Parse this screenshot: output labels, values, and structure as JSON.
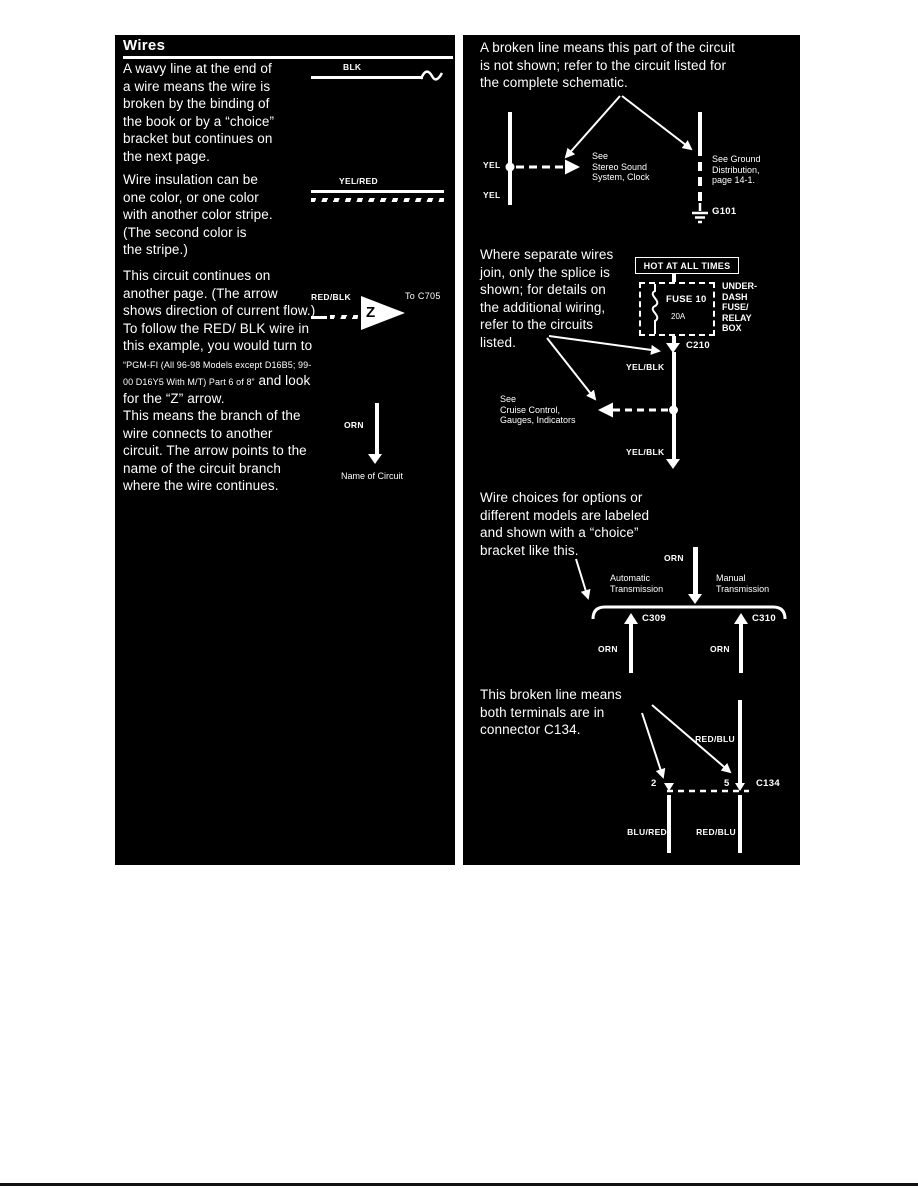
{
  "colors": {
    "page_bg": "#ffffff",
    "panel_bg": "#000000",
    "ink": "#ffffff"
  },
  "left": {
    "title": "Wires",
    "para_wavy": "A wavy line at the end of\na wire means the wire is\nbroken by the binding of\nthe book or by a “choice”\nbracket but continues on\nthe next page.",
    "wavy_wire_label": "BLK",
    "para_insulation": "Wire insulation can be\none color, or one color\nwith another color stripe.\n(The second color is\nthe stripe.)",
    "stripe_wire_label": "YEL/RED",
    "para_continues_1": "This circuit continues on another page. (The arrow shows direction of current flow.) To follow the RED/ BLK wire in this example, you would turn to ",
    "para_continues_small": "“PGM-FI (All 96-98 Models except D16B5; 99-00 D16Y5 With M/T) Part 6 of 8”",
    "para_continues_2": " and look for the “Z” arrow.",
    "arrow_wire_label": "RED/BLK",
    "arrow_letter": "Z",
    "arrow_target": "To C705",
    "para_branch": "This means the branch of the\nwire connects to another\ncircuit. The arrow points to the\nname of the circuit branch\nwhere the wire continues.",
    "branch_wire_label": "ORN",
    "branch_target": "Name of Circuit"
  },
  "right": {
    "para_broken": "A broken line means this part of the circuit\nis not shown; refer to the circuit listed for\nthe complete schematic.",
    "broken_diagram": {
      "wire_label_top": "YEL",
      "wire_label_bottom": "YEL",
      "see_stereo": "See\nStereo Sound\nSystem, Clock",
      "see_ground": "See Ground\nDistribution,\npage 14-1.",
      "ground_id": "G101"
    },
    "para_splice": "Where separate wires\njoin, only the splice is\nshown; for details on\nthe additional wiring,\nrefer to the circuits\nlisted.",
    "splice_diagram": {
      "hot_label": "HOT AT ALL TIMES",
      "fuse_name": "FUSE 10",
      "fuse_rating": "20A",
      "box_name": "UNDER-\nDASH\nFUSE/\nRELAY\nBOX",
      "connector": "C210",
      "wire_label_upper": "YEL/BLK",
      "see_cruise": "See\nCruise Control,\nGauges, Indicators",
      "wire_label_lower": "YEL/BLK"
    },
    "para_choice": "Wire choices for options or\ndifferent models are labeled\nand shown with a “choice”\nbracket like this.",
    "choice_diagram": {
      "wire_label_top": "ORN",
      "option_left": "Automatic\nTransmission",
      "option_right": "Manual\nTransmission",
      "connector_left": "C309",
      "connector_right": "C310",
      "wire_label_left": "ORN",
      "wire_label_right": "ORN"
    },
    "para_terminals": "This broken line means\nboth terminals are in\nconnector C134.",
    "terminal_diagram": {
      "wire_label_top": "RED/BLU",
      "terminal_left": "2",
      "terminal_right": "5",
      "connector": "C134",
      "wire_label_bottom_left": "BLU/RED",
      "wire_label_bottom_right": "RED/BLU"
    }
  }
}
